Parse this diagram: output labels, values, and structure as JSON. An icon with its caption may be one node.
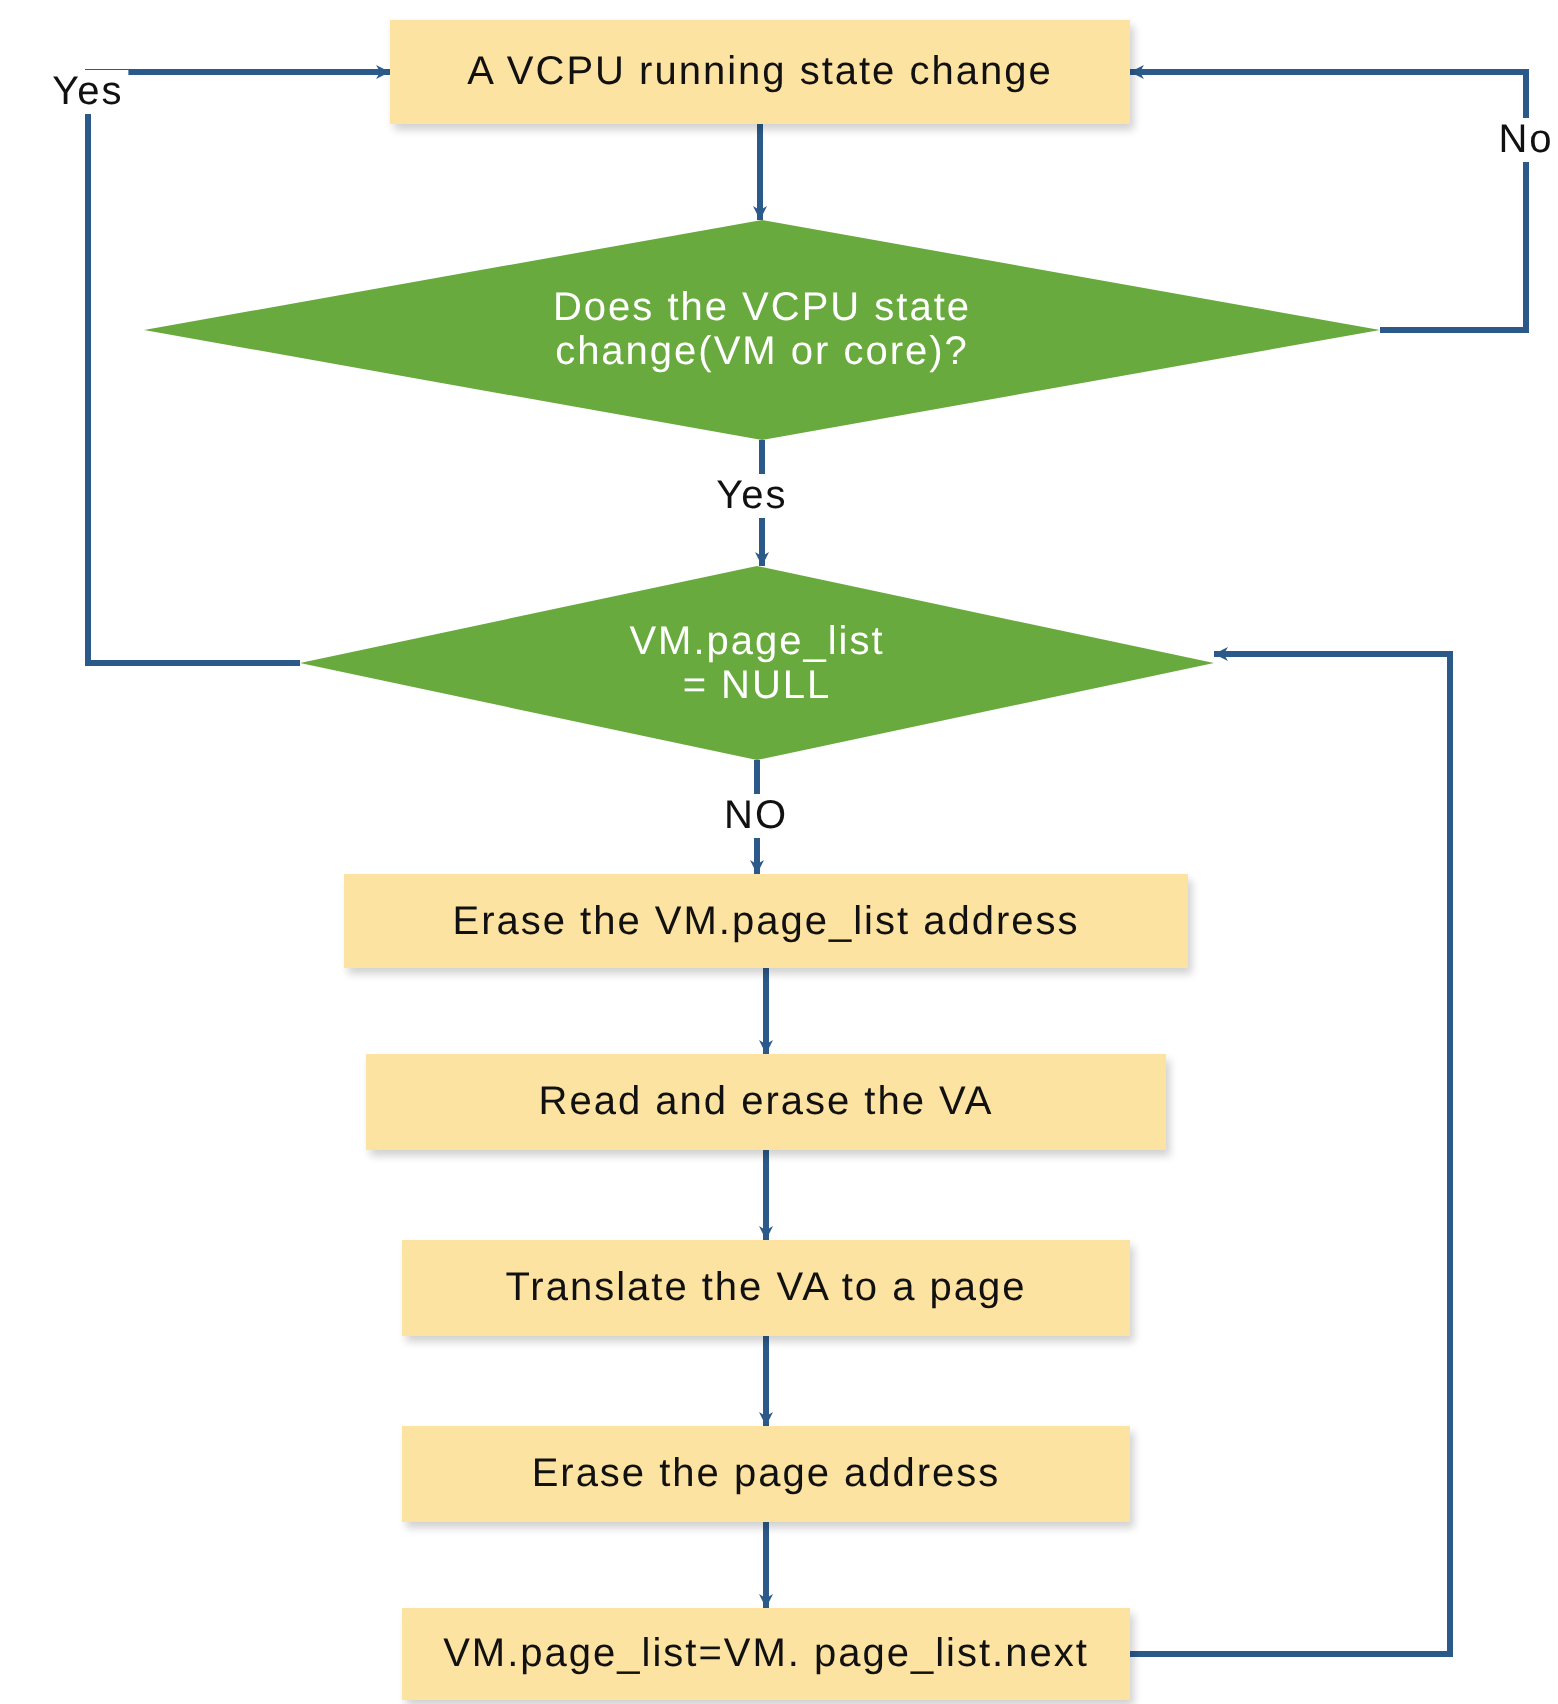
{
  "diagram": {
    "nodes": [
      {
        "text": [
          "A VCPU running state change"
        ]
      },
      {
        "text": [
          "Does the VCPU state change(VM or core)?"
        ]
      },
      {
        "text": [
          "VM.page_list = NULL"
        ]
      },
      {
        "text": [
          "Erase the VM.page_list address"
        ]
      },
      {
        "text": [
          "Read and erase the VA"
        ]
      },
      {
        "text": [
          "Translate the VA to a page"
        ]
      },
      {
        "text": [
          "Erase the page address"
        ]
      },
      {
        "text": [
          "VM.page_list=VM. page_list.next"
        ]
      }
    ],
    "edges": [
      {
        "from": 0,
        "to": 1,
        "arrow": "to"
      },
      {
        "from": 1,
        "to": 2,
        "arrow": "to",
        "label": "Yes"
      },
      {
        "from": 1,
        "to": 0,
        "arrow": "to",
        "label": "No"
      },
      {
        "from": 2,
        "to": 0,
        "arrow": "to",
        "label": "Yes"
      },
      {
        "from": 2,
        "to": 3,
        "arrow": "to",
        "label": "NO"
      },
      {
        "from": 3,
        "to": 4,
        "arrow": "to"
      },
      {
        "from": 4,
        "to": 5,
        "arrow": "to"
      },
      {
        "from": 5,
        "to": 6,
        "arrow": "to"
      },
      {
        "from": 6,
        "to": 7,
        "arrow": "to"
      },
      {
        "from": 7,
        "to": 2,
        "arrow": "to"
      }
    ]
  }
}
